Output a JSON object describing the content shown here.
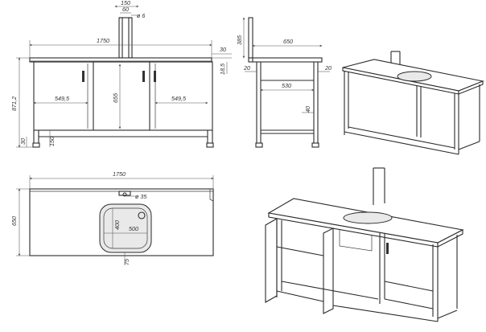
{
  "front_view": {
    "width": "1750",
    "faucet_width": "150",
    "faucet_inner": "60",
    "faucet_tube": "ø 6",
    "top_thickness": "30",
    "upstand": "18,5",
    "total_height": "871,2",
    "left_opening": "549,5",
    "center_height": "655",
    "right_opening": "549,5",
    "plinth": "30",
    "foot_height": "150"
  },
  "side_view": {
    "depth": "650",
    "faucet_height": "385",
    "left_offset": "20",
    "right_offset": "20",
    "inner_depth": "530",
    "shelf_offset": "40"
  },
  "top_view": {
    "width": "1750",
    "depth": "650",
    "tap_hole": "ø 35",
    "sink_width": "500",
    "sink_depth": "400",
    "front_margin": "75"
  }
}
